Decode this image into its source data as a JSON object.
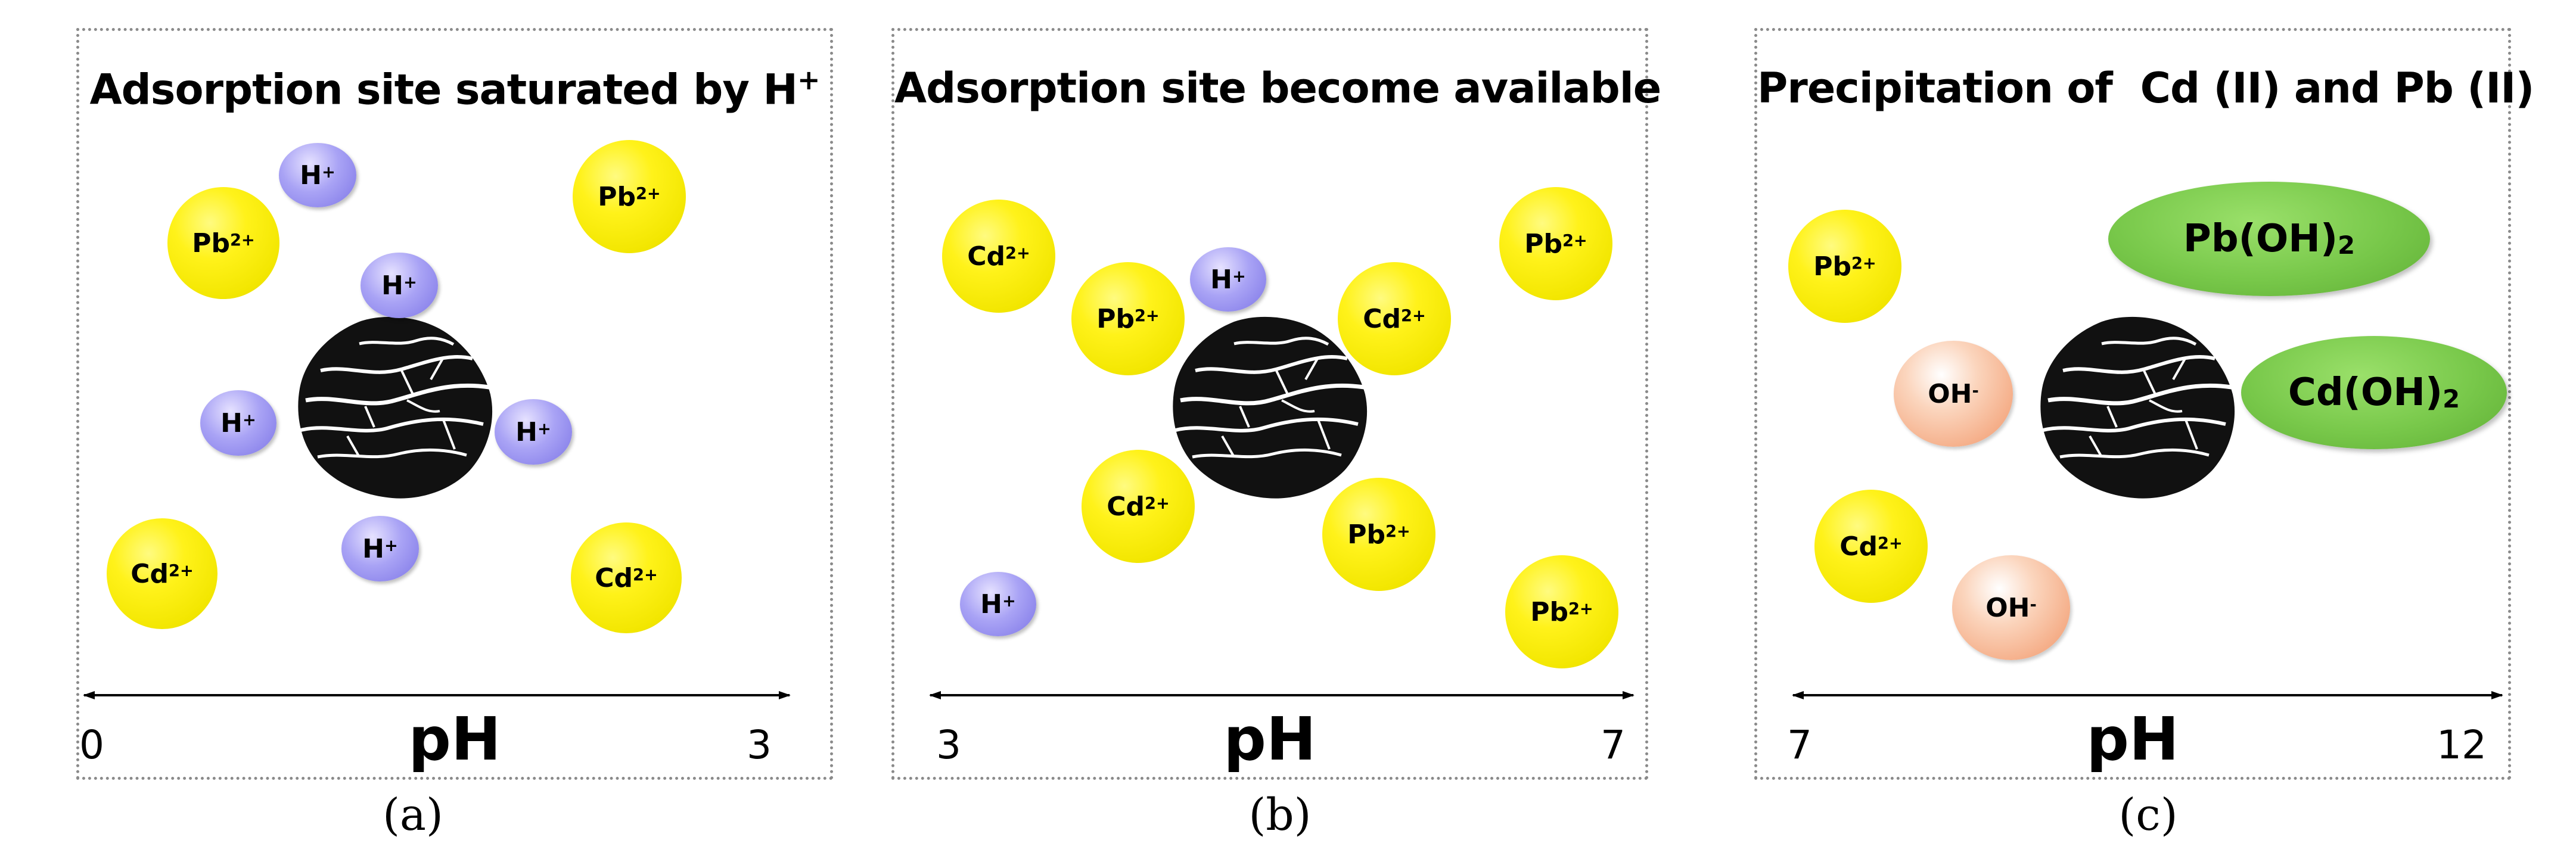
{
  "panels": [
    {
      "id": "a",
      "title": "Adsorption site saturated by H",
      "title_superscript": "+",
      "caption": "(a)",
      "axis": {
        "name": "pH",
        "min_label": "0",
        "max_label": "3"
      },
      "ions": [
        {
          "symbol": "Pb",
          "charge": "2+",
          "kind": "metal"
        },
        {
          "symbol": "H",
          "charge": "+",
          "kind": "proton"
        },
        {
          "symbol": "Pb",
          "charge": "2+",
          "kind": "metal"
        },
        {
          "symbol": "H",
          "charge": "+",
          "kind": "proton"
        },
        {
          "symbol": "H",
          "charge": "+",
          "kind": "proton"
        },
        {
          "symbol": "H",
          "charge": "+",
          "kind": "proton"
        },
        {
          "symbol": "H",
          "charge": "+",
          "kind": "proton"
        },
        {
          "symbol": "Cd",
          "charge": "2+",
          "kind": "metal"
        },
        {
          "symbol": "Cd",
          "charge": "2+",
          "kind": "metal"
        }
      ]
    },
    {
      "id": "b",
      "title": "Adsorption site become available",
      "caption": "(b)",
      "axis": {
        "name": "pH",
        "min_label": "3",
        "max_label": "7"
      },
      "ions": [
        {
          "symbol": "Cd",
          "charge": "2+",
          "kind": "metal"
        },
        {
          "symbol": "Pb",
          "charge": "2+",
          "kind": "metal"
        },
        {
          "symbol": "H",
          "charge": "+",
          "kind": "proton"
        },
        {
          "symbol": "Cd",
          "charge": "2+",
          "kind": "metal"
        },
        {
          "symbol": "Pb",
          "charge": "2+",
          "kind": "metal"
        },
        {
          "symbol": "Cd",
          "charge": "2+",
          "kind": "metal"
        },
        {
          "symbol": "Pb",
          "charge": "2+",
          "kind": "metal"
        },
        {
          "symbol": "H",
          "charge": "+",
          "kind": "proton"
        },
        {
          "symbol": "Pb",
          "charge": "2+",
          "kind": "metal"
        }
      ]
    },
    {
      "id": "c",
      "title": "Precipitation of  Cd (II) and Pb (II)",
      "caption": "(c)",
      "axis": {
        "name": "pH",
        "min_label": "7",
        "max_label": "12"
      },
      "ions": [
        {
          "symbol": "Pb",
          "charge": "2+",
          "kind": "metal"
        },
        {
          "symbol": "OH",
          "charge": "-",
          "kind": "hydroxide"
        },
        {
          "symbol": "Cd",
          "charge": "2+",
          "kind": "metal"
        },
        {
          "symbol": "OH",
          "charge": "-",
          "kind": "hydroxide"
        }
      ],
      "precipitates": [
        {
          "formula": "Pb(OH)",
          "subscript": "2"
        },
        {
          "formula": "Cd(OH)",
          "subscript": "2"
        }
      ]
    }
  ],
  "colors": {
    "metal_ion": "#fff21a",
    "proton": "#a9a3f5",
    "hydroxide": "#f4a982",
    "precipitate": "#78c84a",
    "adsorbent_particle": "#111111",
    "panel_border": "#8a8a8a"
  }
}
